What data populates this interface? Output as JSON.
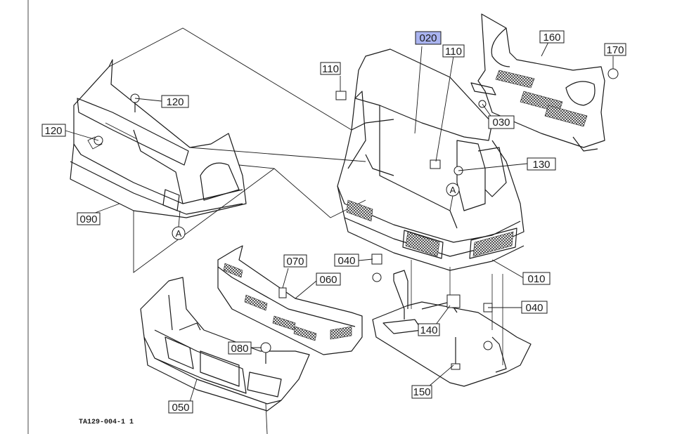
{
  "drawing_code": "TA129-004-1 1",
  "reference_mark": "A",
  "highlight_color": "#aab4f0",
  "callouts": {
    "c010": "010",
    "c020": "020",
    "c030": "030",
    "c040a": "040",
    "c040b": "040",
    "c050": "050",
    "c060": "060",
    "c070": "070",
    "c080": "080",
    "c090": "090",
    "c110a": "110",
    "c110b": "110",
    "c120a": "120",
    "c120b": "120",
    "c130": "130",
    "c140": "140",
    "c150": "150",
    "c160": "160",
    "c170": "170"
  }
}
